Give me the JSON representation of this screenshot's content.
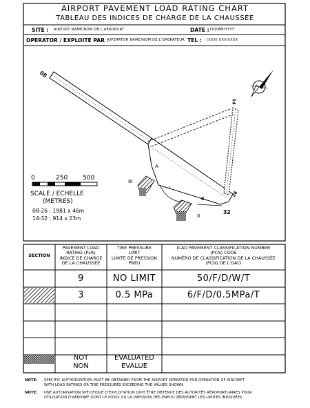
{
  "chart": {
    "title_en": "AIRPORT PAVEMENT LOAD RATING CHART",
    "title_fr": "TABLEAU DES INDICES DE CHARGE DE LA CHAUSSÉE"
  },
  "site": {
    "label": "SITE :",
    "value": "AIRPORT NAME/NOM DE L'AEROPORT",
    "date_label": "DATE :",
    "date_value": "DD/MM/YYYY"
  },
  "operator": {
    "label": "OPERATOR / EXPLOITÉ PAR :",
    "value": "OPERATOR NAME/NOM DE L'OPERATEUR",
    "tel_label": "TEL :",
    "tel_value": "(XXX) XXX-XXXX"
  },
  "map": {
    "rwy_08": "08",
    "rwy_26": "26",
    "rwy_14": "14",
    "rwy_32": "32",
    "section_a": "A",
    "section_b": "B",
    "section_i": "I",
    "section_ii": "II",
    "section_iii": "III",
    "scale_0": "0",
    "scale_250": "250",
    "scale_500": "500",
    "scale_label": "SCALE / ECHELLE",
    "scale_units": "(METRES)",
    "dim_0826": "08-26 : 1981 x 46m",
    "dim_1432": "14-32 : 914 x 23m"
  },
  "table": {
    "headers": {
      "section": "SECTION",
      "plr": "PAVEMENT LOAD RATING (PLR) INDICE DE CHARGE DE LA CHAUSSÉE",
      "tire": "TIRE PRESSURE LIMIT LIMITE DE PRESSION PNEU",
      "pcn": "ICAO PAVEMENT CLASSIFICATION NUMBER (PCN) CODE NUMÉRO DE CLASSIFICATION DE LA CHAUSSÉE (PCN) DE L'OACI"
    },
    "header_lines": {
      "plr_1": "PAVEMENT LOAD",
      "plr_2": "RATING (PLR)",
      "plr_3": "INDICE DE CHARGE",
      "plr_4": "DE LA CHAUSSÉE",
      "tire_1": "TIRE PRESSURE",
      "tire_2": "LIMIT",
      "tire_3": "LIMITE DE PRESSION",
      "tire_4": "PNEU",
      "pcn_1": "ICAO PAVEMENT CLASSIFICATION NUMBER",
      "pcn_2": "(PCN) CODE",
      "pcn_3": "NUMÉRO DE CLASSIFICATION DE LA CHAUSSÉE",
      "pcn_4": "(PCN) DE L'OACI"
    },
    "rows": [
      {
        "section_pattern": "blank",
        "plr": "9",
        "tire": "NO LIMIT",
        "pcn": "50/F/D/W/T"
      },
      {
        "section_pattern": "hatched",
        "plr": "3",
        "tire": "0.5 MPa",
        "pcn": "6/F/D/0.5MPa/T"
      },
      {
        "section_pattern": "blank",
        "plr": "",
        "tire": "",
        "pcn": ""
      },
      {
        "section_pattern": "blank",
        "plr": "",
        "tire": "",
        "pcn": ""
      },
      {
        "section_pattern": "blank",
        "plr": "",
        "tire": "",
        "pcn": ""
      },
      {
        "section_pattern": "checkered",
        "plr_1": "NOT",
        "plr_2": "NON",
        "tire_1": "EVALUATED",
        "tire_2": "EVALUE",
        "pcn": ""
      }
    ]
  },
  "notes": {
    "note_en_label": "NOTE:",
    "note_en_1": "SPECIFIC AUTHORIZATION MUST BE OBTAINED FROM THE AIRPORT OPERATOR FOR OPERATION OF AIRCRAFT",
    "note_en_2": "WITH LOAD RATINGS OR TIRE PRESSURES EXCEEDING THE VALUES SHOWN.",
    "note_fr_label": "NOTE:",
    "note_fr_1": "UNE AUTORISATION SPÉCIFIQUE D'EXPLOITATION DOIT ÊTRE OBTENUE DES AUTORITÉS AÉROPORTUAIRES POUR",
    "note_fr_2": "UTILISATION D'AÉRONEF DONT LE POIDS OU LA PRESSION DES PNEUS DÉPASSENT LES LIMITES INDIQUÉES."
  },
  "colors": {
    "ink": "#000000",
    "paper": "#ffffff"
  },
  "icons": [
    "north-arrow-icon",
    "hatch-pattern-icon",
    "checker-pattern-icon"
  ]
}
